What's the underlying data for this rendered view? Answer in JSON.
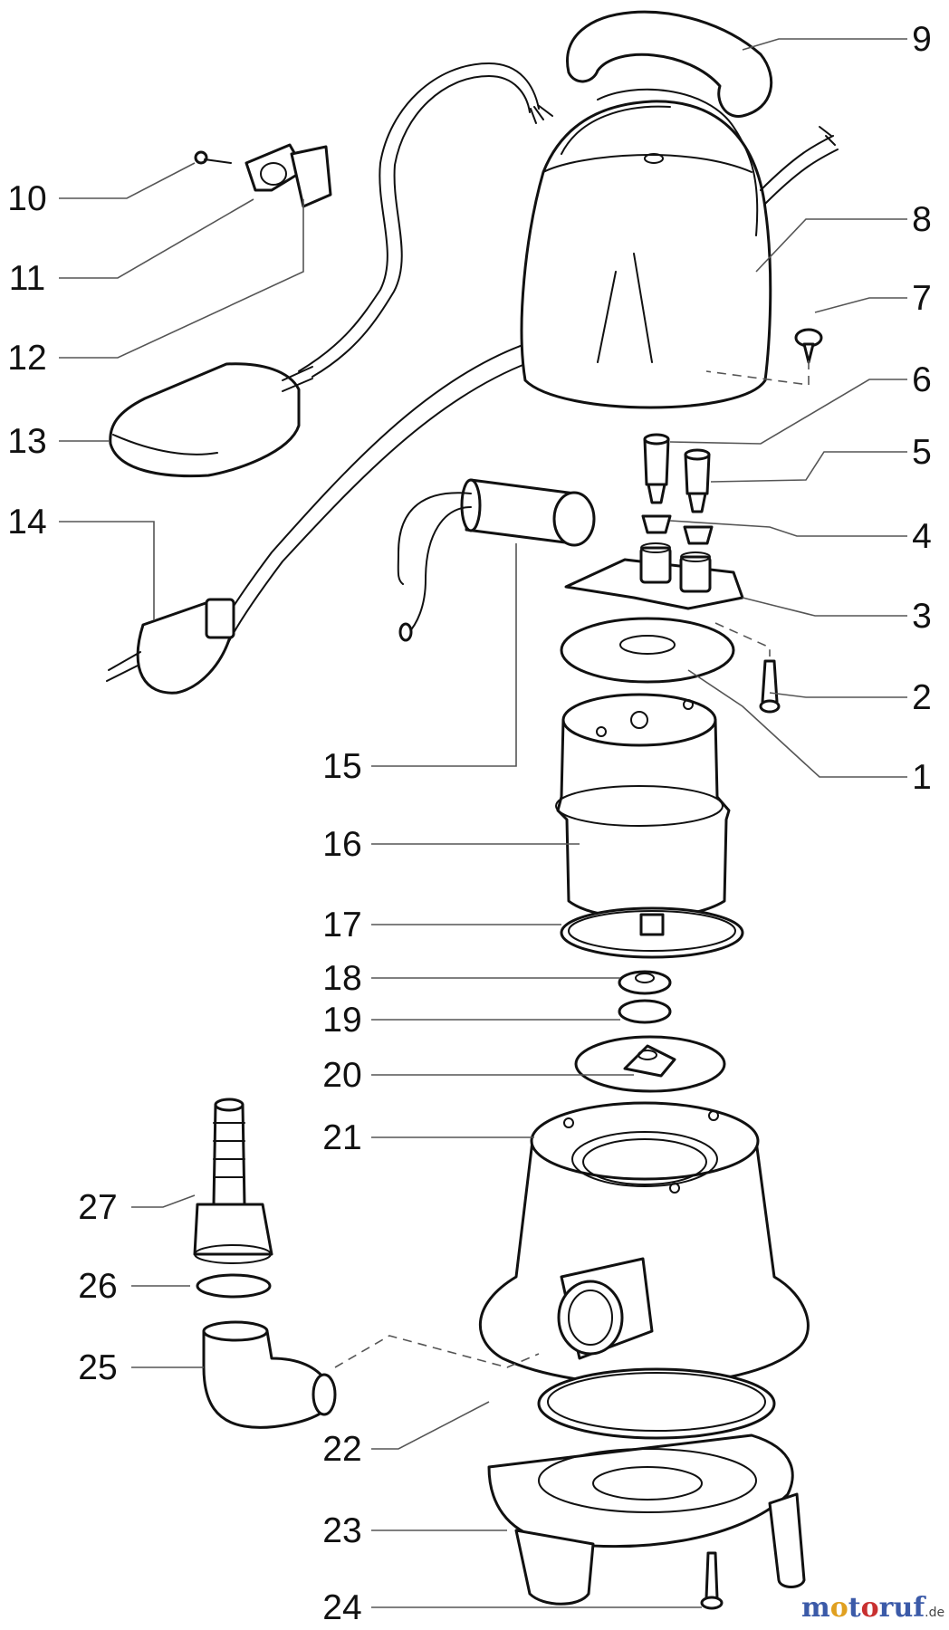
{
  "labels": [
    "1",
    "2",
    "3",
    "4",
    "5",
    "6",
    "7",
    "8",
    "9",
    "10",
    "11",
    "12",
    "13",
    "14",
    "15",
    "16",
    "17",
    "18",
    "19",
    "20",
    "21",
    "22",
    "23",
    "24",
    "25",
    "26",
    "27"
  ],
  "watermark": {
    "letters": [
      "m",
      "o",
      "t",
      "o",
      "r",
      "u",
      "f"
    ],
    "letter_colors": [
      "#3b5aa8",
      "#e0a020",
      "#3b5aa8",
      "#c83030",
      "#3b5aa8",
      "#3b5aa8",
      "#3b5aa8"
    ],
    "suffix": ".de"
  }
}
